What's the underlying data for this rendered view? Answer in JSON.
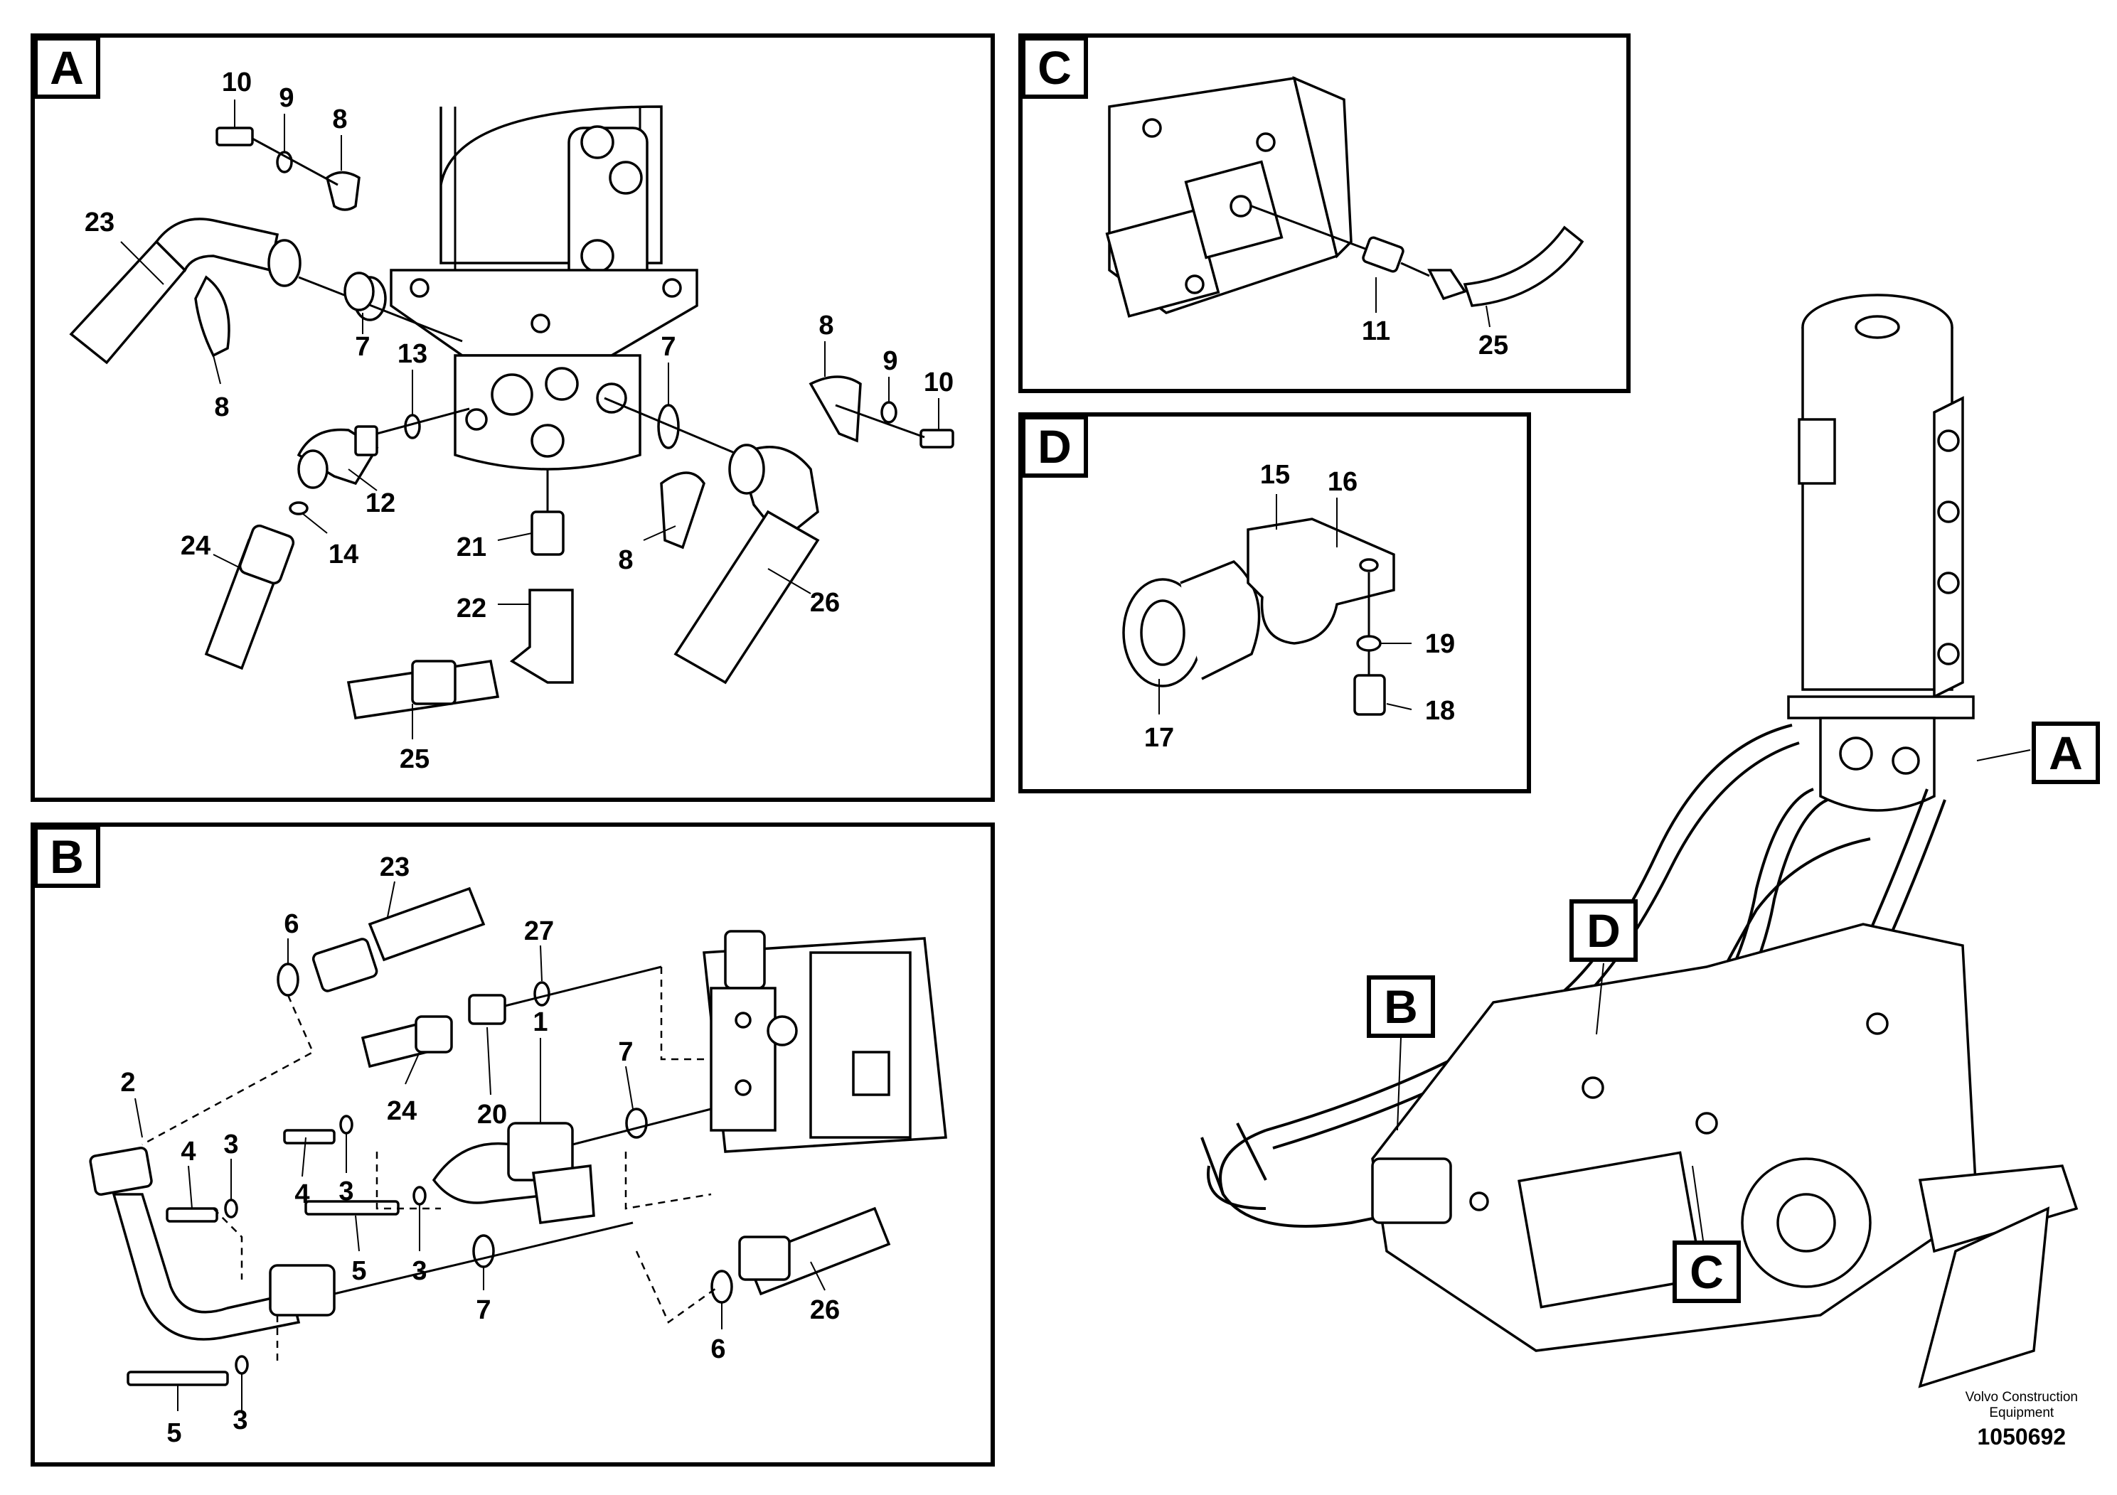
{
  "panels": {
    "A": {
      "label": "A",
      "callouts": [
        "10",
        "9",
        "8",
        "23",
        "7",
        "8",
        "13",
        "7",
        "8",
        "9",
        "10",
        "12",
        "24",
        "14",
        "21",
        "22",
        "8",
        "26",
        "25"
      ]
    },
    "B": {
      "label": "B",
      "callouts": [
        "23",
        "6",
        "27",
        "2",
        "24",
        "20",
        "1",
        "7",
        "4",
        "3",
        "4",
        "3",
        "5",
        "3",
        "7",
        "26",
        "6",
        "5",
        "3"
      ]
    },
    "C": {
      "label": "C",
      "callouts": [
        "11",
        "25"
      ]
    },
    "D": {
      "label": "D",
      "callouts": [
        "15",
        "16",
        "19",
        "17",
        "18"
      ]
    }
  },
  "overview_labels": [
    "A",
    "B",
    "C",
    "D"
  ],
  "footer": {
    "brand_line1": "Volvo Construction",
    "brand_line2": "Equipment",
    "drawing_number": "1050692"
  }
}
